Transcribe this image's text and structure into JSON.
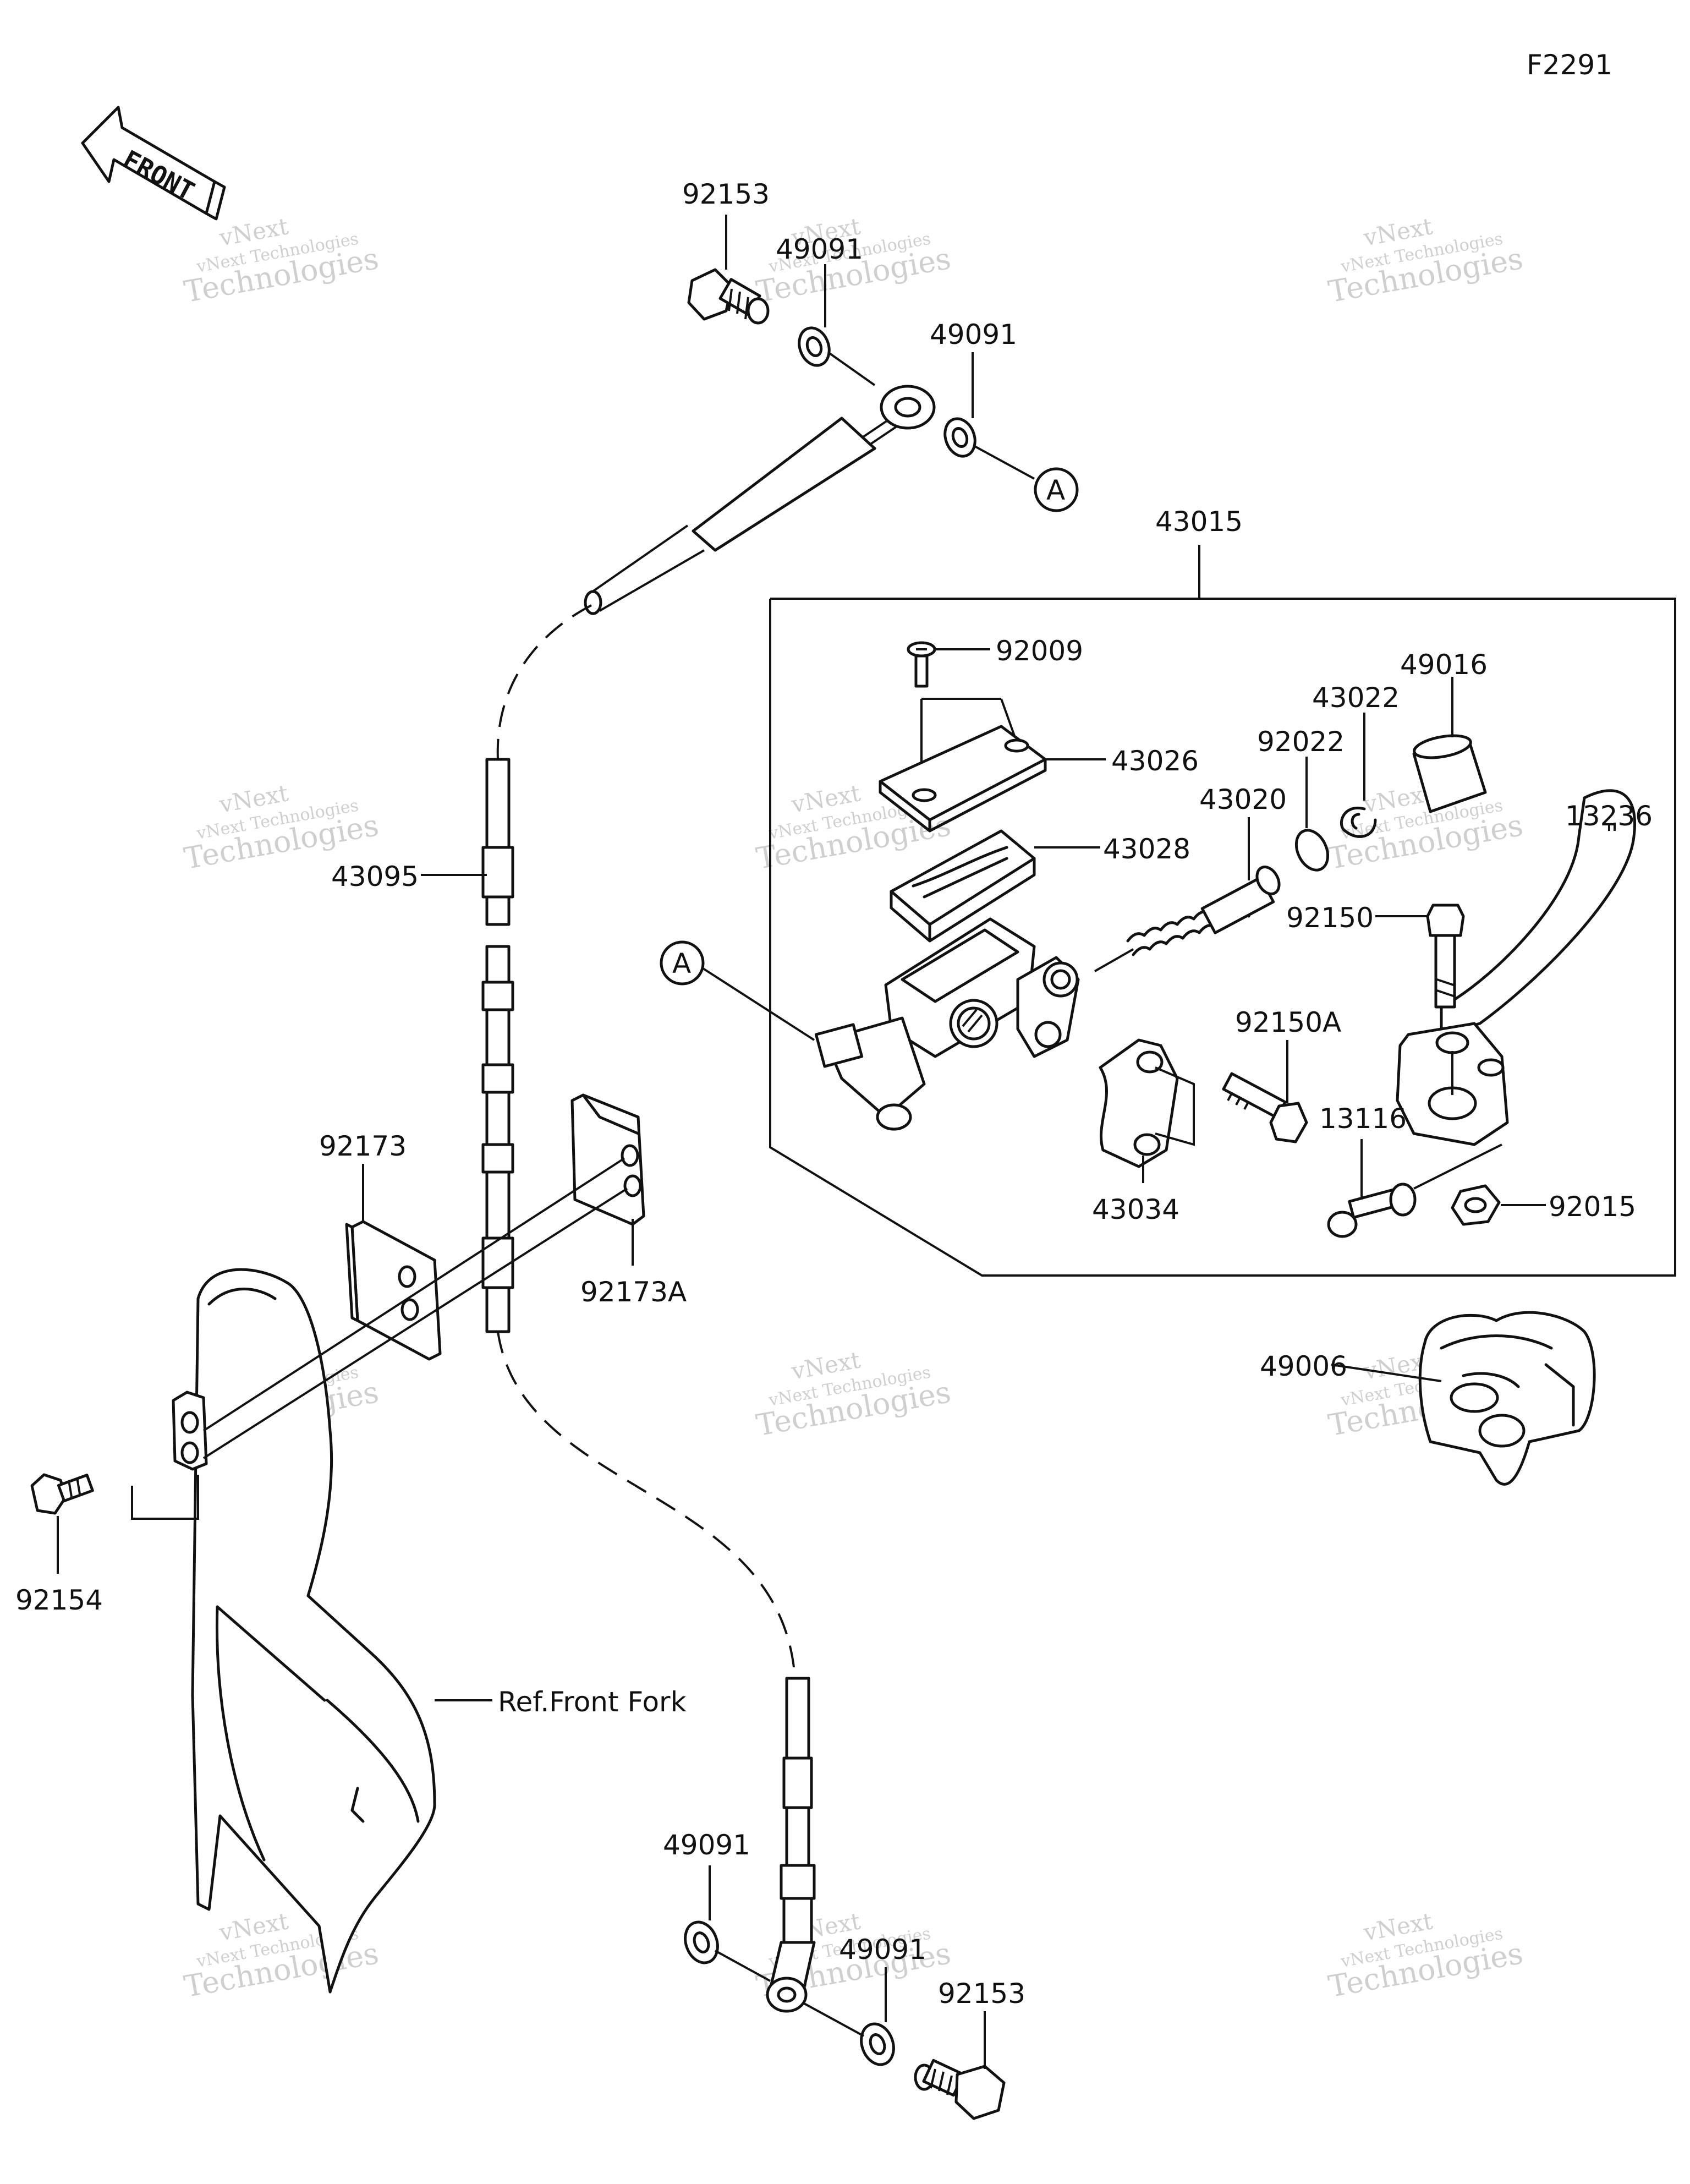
{
  "diagram_code": "F2291",
  "front_arrow_text": "FRONT",
  "callout_a": "A",
  "watermark": {
    "line1": "vNext",
    "line2": "vNext Technologies",
    "line3": "Technologies"
  },
  "parts": {
    "p92153_top": "92153",
    "p49091_top_a": "49091",
    "p49091_top_b": "49091",
    "p43015": "43015",
    "p92009": "92009",
    "p43026": "43026",
    "p43022": "43022",
    "p49016": "49016",
    "p92022": "92022",
    "p43020": "43020",
    "p13236": "13236",
    "p43028": "43028",
    "p43095": "43095",
    "p92150": "92150",
    "p92150A": "92150A",
    "p13116": "13116",
    "p92015": "92015",
    "p43034": "43034",
    "p92173": "92173",
    "p92173A": "92173A",
    "p49006": "49006",
    "p92154": "92154",
    "ref_front_fork": "Ref.Front Fork",
    "p49091_bot_a": "49091",
    "p49091_bot_b": "49091",
    "p92153_bot": "92153"
  }
}
